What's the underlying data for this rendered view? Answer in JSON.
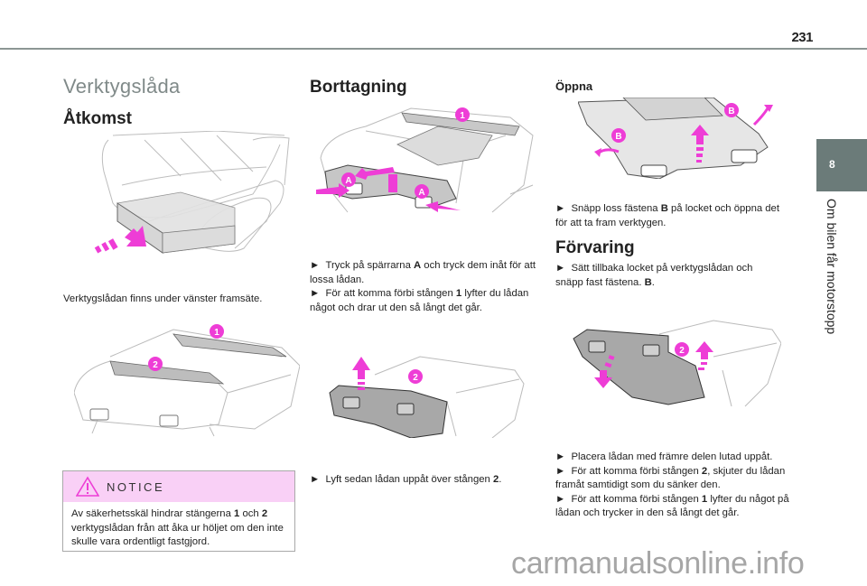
{
  "page": {
    "number": "231",
    "chapter_number": "8",
    "chapter_title": "Om bilen får motorstopp"
  },
  "colors": {
    "accent_pink": "#ee3dd6",
    "notice_bg": "#f9d0f6",
    "chapter_tab": "#6b7b79",
    "section_heading": "#808a89"
  },
  "left_column": {
    "section_title": "Verktygslåda",
    "access_heading": "Åtkomst",
    "access_text": "Verktygslådan finns under vänster framsäte.",
    "illustration_callouts": [
      "1",
      "2"
    ],
    "notice": {
      "icon": "warning-triangle-icon",
      "title": "NOTICE",
      "text_parts": [
        {
          "text": "Av säkerhetsskäl hindrar stängerna ",
          "bold": false
        },
        {
          "text": "1",
          "bold": true
        },
        {
          "text": " och ",
          "bold": false
        },
        {
          "text": "2",
          "bold": true
        },
        {
          "text": " verktygslådan från att åka ur höljet om den inte skulle vara ordentligt fastgjord.",
          "bold": false
        }
      ]
    }
  },
  "middle_column": {
    "heading": "Borttagning",
    "illustration1_callouts": [
      "1",
      "A",
      "A"
    ],
    "steps1": [
      {
        "bullet": "►",
        "parts": [
          {
            "text": "Tryck på spärrarna ",
            "bold": false
          },
          {
            "text": "A",
            "bold": true
          },
          {
            "text": " och tryck dem inåt för att lossa lådan.",
            "bold": false
          }
        ]
      },
      {
        "bullet": "►",
        "parts": [
          {
            "text": "För att komma förbi stången ",
            "bold": false
          },
          {
            "text": "1",
            "bold": true
          },
          {
            "text": " lyfter du lådan något och drar ut den så långt det går.",
            "bold": false
          }
        ]
      }
    ],
    "illustration2_callouts": [
      "2"
    ],
    "steps2": [
      {
        "bullet": "►",
        "parts": [
          {
            "text": "Lyft sedan lådan uppåt över stången ",
            "bold": false
          },
          {
            "text": "2",
            "bold": true
          },
          {
            "text": ".",
            "bold": false
          }
        ]
      }
    ]
  },
  "right_column": {
    "open_heading": "Öppna",
    "open_callouts": [
      "B",
      "B"
    ],
    "open_steps": [
      {
        "bullet": "►",
        "parts": [
          {
            "text": "Snäpp loss fästena ",
            "bold": false
          },
          {
            "text": "B",
            "bold": true
          },
          {
            "text": " på locket och öppna det för att ta fram verktygen.",
            "bold": false
          }
        ]
      }
    ],
    "storage_heading": "Förvaring",
    "storage_steps1": [
      {
        "bullet": "►",
        "parts": [
          {
            "text": "Sätt tillbaka locket på verktygslådan och snäpp fast fästena. ",
            "bold": false
          },
          {
            "text": "B",
            "bold": true
          },
          {
            "text": ".",
            "bold": false
          }
        ]
      }
    ],
    "storage_callouts": [
      "2"
    ],
    "storage_steps2": [
      {
        "bullet": "►",
        "parts": [
          {
            "text": "Placera lådan med främre delen lutad uppåt.",
            "bold": false
          }
        ]
      },
      {
        "bullet": "►",
        "parts": [
          {
            "text": "För att komma förbi stången ",
            "bold": false
          },
          {
            "text": "2",
            "bold": true
          },
          {
            "text": ", skjuter du lådan framåt samtidigt som du sänker den.",
            "bold": false
          }
        ]
      },
      {
        "bullet": "►",
        "parts": [
          {
            "text": "För att komma förbi stången ",
            "bold": false
          },
          {
            "text": "1",
            "bold": true
          },
          {
            "text": " lyfter du något på lådan och trycker in den så långt det går.",
            "bold": false
          }
        ]
      }
    ]
  },
  "watermark": "carmanualsonline.info"
}
